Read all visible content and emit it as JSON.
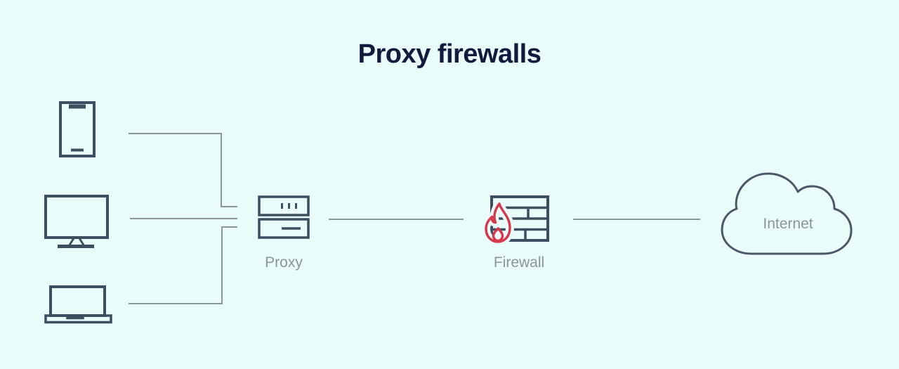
{
  "title": "Proxy firewalls",
  "nodes": {
    "devices": [
      {
        "id": "phone"
      },
      {
        "id": "desktop-monitor"
      },
      {
        "id": "laptop"
      }
    ],
    "proxy": {
      "label": "Proxy"
    },
    "firewall": {
      "label": "Firewall"
    },
    "internet": {
      "label": "Internet"
    }
  },
  "colors": {
    "background": "#eafcfa",
    "title": "#121a3e",
    "icon_stroke": "#3f4d60",
    "connector": "#8c959c",
    "label": "#8b939b",
    "flame": "#d5394c",
    "cloud_stroke": "#4d5769"
  }
}
